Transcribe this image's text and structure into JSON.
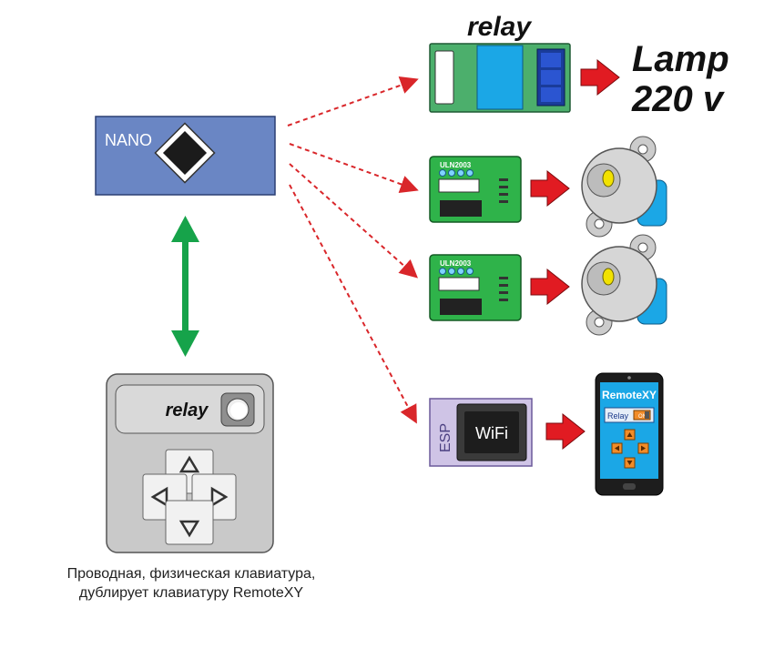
{
  "nano": {
    "label": "NANO"
  },
  "relay_module": {
    "title": "relay"
  },
  "lamp": {
    "line1": "Lamp",
    "line2": "220 v"
  },
  "driver_1": {
    "label": "ULN2003"
  },
  "driver_2": {
    "label": "ULN2003"
  },
  "esp": {
    "label": "ESP",
    "wifi_label": "WiFi"
  },
  "phone": {
    "app_title": "RemoteXY",
    "relay_label": "Relay",
    "switch_label": "ON"
  },
  "keypad": {
    "relay_label": "relay"
  },
  "caption": {
    "line1": "Проводная, физическая клавиатура,",
    "line2": "дублирует клавиатуру RemoteXY"
  },
  "colors": {
    "nano_board": "#6a86c4",
    "pcb_green": "#4caf6c",
    "arrow_red": "#e11b22",
    "link_red": "#d9262a",
    "bidirectional_green": "#16a34a",
    "phone_screen": "#1ba7e6",
    "keypad_gray": "#c9c9c9",
    "button_orange": "#f28c28"
  }
}
